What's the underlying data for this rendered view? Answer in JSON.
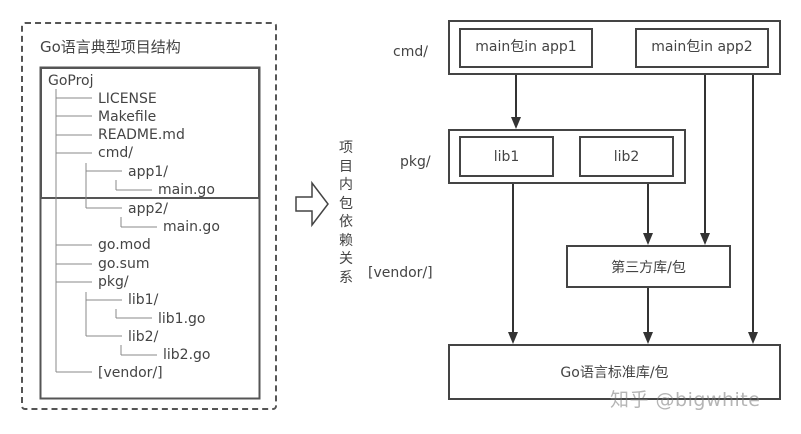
{
  "left_panel": {
    "title": "Go语言典型项目结构",
    "tree": [
      {
        "label": "GoProj",
        "depth": 0
      },
      {
        "label": "LICENSE",
        "depth": 1
      },
      {
        "label": "Makefile",
        "depth": 1
      },
      {
        "label": "README.md",
        "depth": 1
      },
      {
        "label": "cmd/",
        "depth": 1
      },
      {
        "label": "app1/",
        "depth": 2
      },
      {
        "label": "main.go",
        "depth": 3
      },
      {
        "label": "app2/",
        "depth": 2
      },
      {
        "label": "main.go",
        "depth": 3
      },
      {
        "label": "go.mod",
        "depth": 1
      },
      {
        "label": "go.sum",
        "depth": 1
      },
      {
        "label": "pkg/",
        "depth": 1
      },
      {
        "label": "lib1/",
        "depth": 2
      },
      {
        "label": "lib1.go",
        "depth": 3
      },
      {
        "label": "lib2/",
        "depth": 2
      },
      {
        "label": "lib2.go",
        "depth": 3
      },
      {
        "label": "[vendor/]",
        "depth": 1
      }
    ]
  },
  "transition": {
    "arrow_icon": "right-block-arrow",
    "vertical_label": [
      "项",
      "目",
      "内",
      "包",
      "依",
      "赖",
      "关",
      "系"
    ]
  },
  "right_panel": {
    "layers": {
      "cmd": "cmd/",
      "pkg": "pkg/",
      "vendor": "[vendor/]"
    },
    "boxes": {
      "app1": "main包in app1",
      "app2": "main包in app2",
      "lib1": "lib1",
      "lib2": "lib2",
      "third_party": "第三方库/包",
      "stdlib": "Go语言标准库/包"
    },
    "edges": [
      {
        "from": "app1",
        "to": "pkg"
      },
      {
        "from": "app2",
        "to": "third_party"
      },
      {
        "from": "app2",
        "to": "stdlib"
      },
      {
        "from": "lib1",
        "to": "stdlib"
      },
      {
        "from": "lib2",
        "to": "third_party"
      },
      {
        "from": "third_party",
        "to": "stdlib"
      }
    ]
  },
  "watermark": "知乎 @bigwhite"
}
